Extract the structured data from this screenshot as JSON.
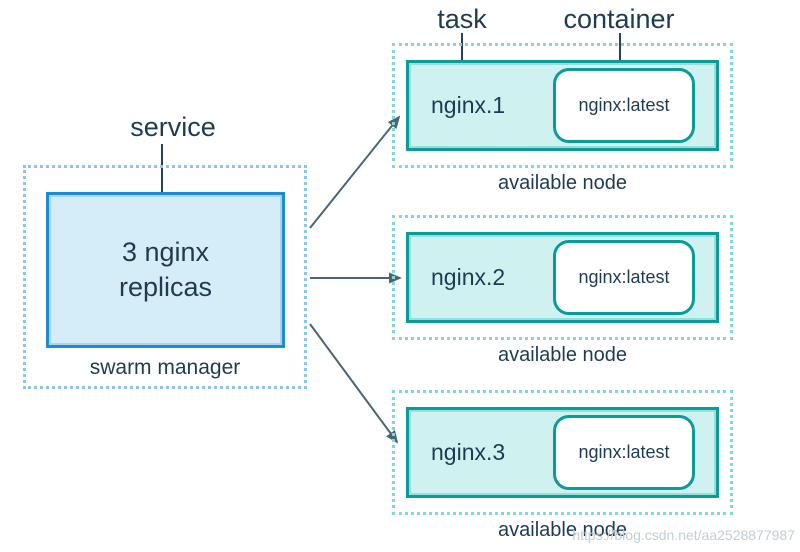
{
  "labels": {
    "service": "service",
    "task": "task",
    "container": "container"
  },
  "swarm": {
    "replicas_label": "3 nginx\nreplicas",
    "caption": "swarm manager"
  },
  "nodes": [
    {
      "task": "nginx.1",
      "container": "nginx:latest",
      "caption": "available node"
    },
    {
      "task": "nginx.2",
      "container": "nginx:latest",
      "caption": "available node"
    },
    {
      "task": "nginx.3",
      "container": "nginx:latest",
      "caption": "available node"
    }
  ],
  "watermark": "https://blog.csdn.net/aa2528877987",
  "colors": {
    "text": "#1f3b53",
    "arrow": "#4a6578",
    "pointer": "#24425c",
    "blue_border": "#1f8cce",
    "blue_fill": "#d5edf9",
    "swarm_dots": "#8cc5e9",
    "teal_border": "#0b9b9b",
    "teal_fill": "#cff2f0",
    "node_dots": "#82d6d3",
    "container_fill": "#ffffff",
    "watermark_color": "#c3cdd3",
    "bg": "#ffffff"
  }
}
